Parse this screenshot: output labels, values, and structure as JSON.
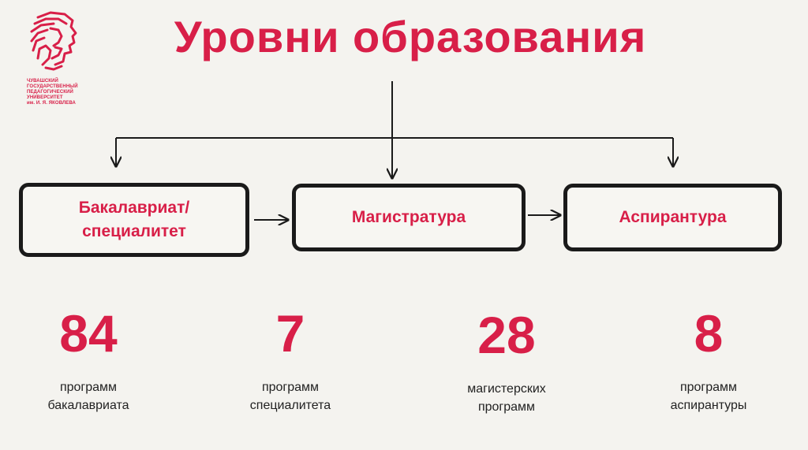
{
  "logo": {
    "lines": [
      "ЧУВАШСКИЙ",
      "ГОСУДАРСТВЕННЫЙ",
      "ПЕДАГОГИЧЕСКИЙ",
      "УНИВЕРСИТЕТ",
      "им. И. Я. ЯКОВЛЕВА"
    ]
  },
  "title": "Уровни образования",
  "levels": {
    "bachelor_line1": "Бакалавриат/",
    "bachelor_line2": "специалитет",
    "master": "Магистратура",
    "postgrad": "Аспирантура"
  },
  "stats": [
    {
      "number": "84",
      "line1": "программ",
      "line2": "бакалавриата"
    },
    {
      "number": "7",
      "line1": "программ",
      "line2": "специалитета"
    },
    {
      "number": "28",
      "line1": "магистерских",
      "line2": "программ"
    },
    {
      "number": "8",
      "line1": "программ",
      "line2": "аспирантуры"
    }
  ],
  "colors": {
    "accent": "#d81f48",
    "border": "#1a1a1a",
    "background": "#f4f3ef"
  }
}
